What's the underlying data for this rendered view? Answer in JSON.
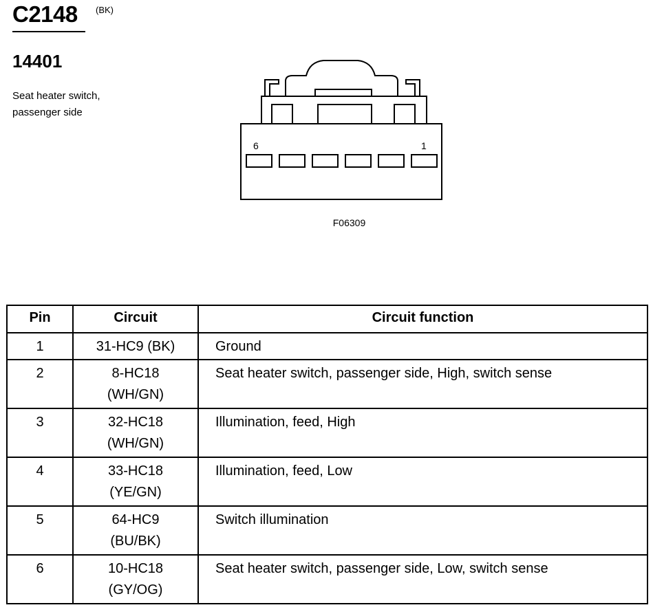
{
  "connector": {
    "id": "C2148",
    "color": "(BK)",
    "part_number": "14401",
    "description_line1": "Seat heater switch,",
    "description_line2": "passenger side"
  },
  "diagram": {
    "pin_label_left": "6",
    "pin_label_right": "1",
    "figure_code": "F06309"
  },
  "table": {
    "headers": {
      "pin": "Pin",
      "circuit": "Circuit",
      "function": "Circuit function"
    },
    "rows": [
      {
        "pin": "1",
        "circuit_line1": "31-HC9 (BK)",
        "circuit_line2": "",
        "function": "Ground"
      },
      {
        "pin": "2",
        "circuit_line1": "8-HC18",
        "circuit_line2": "(WH/GN)",
        "function": "Seat heater switch, passenger side, High, switch sense"
      },
      {
        "pin": "3",
        "circuit_line1": "32-HC18",
        "circuit_line2": "(WH/GN)",
        "function": "Illumination, feed, High"
      },
      {
        "pin": "4",
        "circuit_line1": "33-HC18",
        "circuit_line2": "(YE/GN)",
        "function": "Illumination, feed, Low"
      },
      {
        "pin": "5",
        "circuit_line1": "64-HC9",
        "circuit_line2": "(BU/BK)",
        "function": "Switch illumination"
      },
      {
        "pin": "6",
        "circuit_line1": "10-HC18",
        "circuit_line2": "(GY/OG)",
        "function": "Seat heater switch, passenger side, Low, switch sense"
      }
    ]
  }
}
